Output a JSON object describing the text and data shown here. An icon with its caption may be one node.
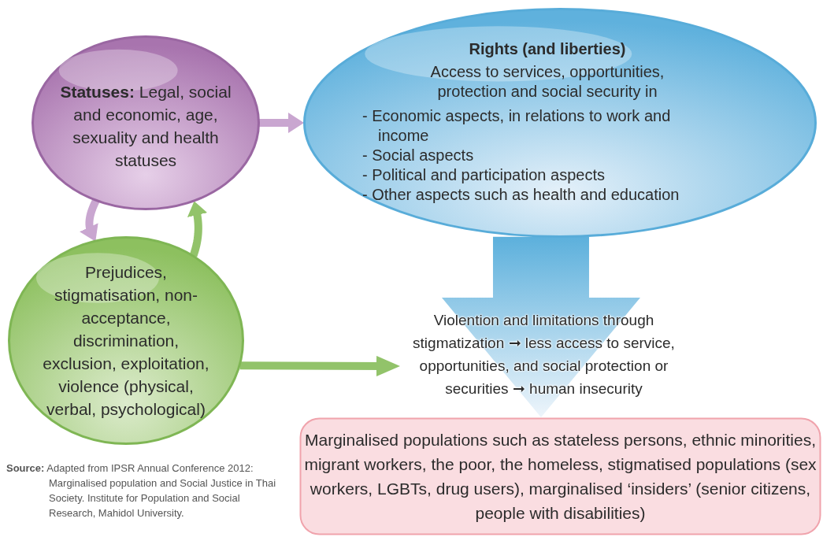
{
  "diagram": {
    "nodes": [
      {
        "text": [
          "**Statuses:** Legal, social and economic, age, sexuality and health statuses"
        ]
      },
      {
        "text": [
          "Rights (and liberties)",
          "Access to services, opportunities, protection and social security in",
          "- Economic aspects, in relations to work and income",
          "- Social aspects",
          "- Political and participation aspects",
          "- Other aspects such as health and education"
        ]
      },
      {
        "text": [
          "Prejudices, stigmatisation, non-acceptance, discrimination, exclusion, exploitation, violence (physical, verbal, psychological)"
        ]
      },
      {
        "text": [
          "Violention and limitations through stigmatization ➞ less access to service, opportunities, and social protection or securities ➞ human insecurity"
        ]
      },
      {
        "text": [
          "Marginalised populations such as stateless persons, ethnic minorities, migrant workers, the poor, the homeless, stigmatised populations (sex workers, LGBTs, drug users), marginalised ‘insiders’ (senior citizens, people with disabilities)"
        ]
      }
    ],
    "edges": [
      {
        "from": 0,
        "to": 1,
        "arrow": "to",
        "color": "#c9a6d0"
      },
      {
        "from": 0,
        "to": 2,
        "arrow": "to",
        "color": "#c9a6d0"
      },
      {
        "from": 2,
        "to": 0,
        "arrow": "to",
        "color": "#92c36a"
      },
      {
        "from": 2,
        "to": 3,
        "arrow": "to",
        "color": "#92c36a"
      },
      {
        "from": 1,
        "to": 4,
        "arrow": "to",
        "color": "#5cb0dc"
      }
    ],
    "labels": [
      "**Source:** Adapted from IPSR Annual Conference 2012: Marginalised population and Social Justice in Thai Society. Institute for Population and Social Research, Mahidol University."
    ]
  }
}
